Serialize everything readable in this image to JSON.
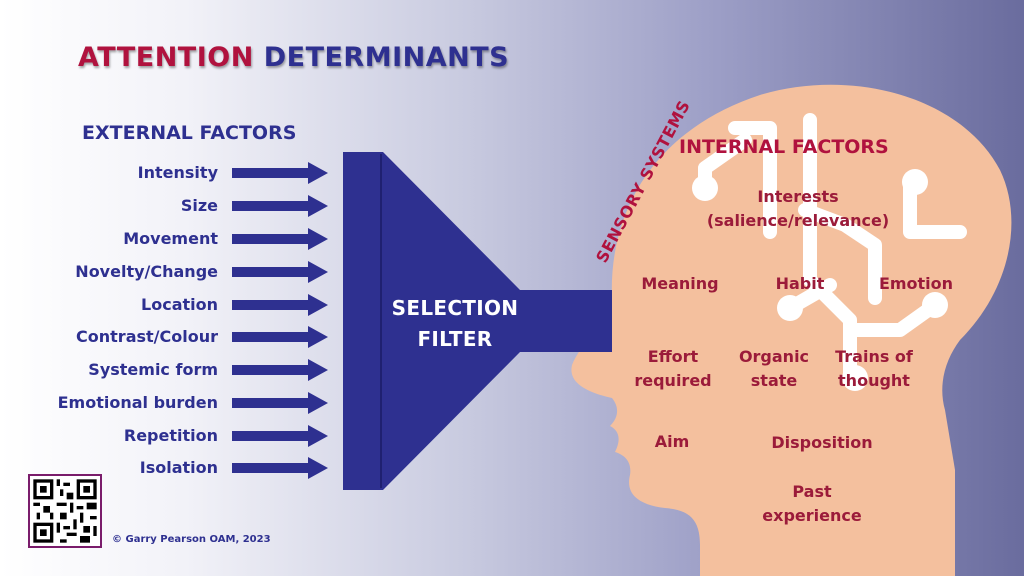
{
  "title": {
    "part1": "ATTENTION",
    "part2": "DETERMINANTS"
  },
  "external": {
    "heading": "EXTERNAL FACTORS",
    "items": [
      "Intensity",
      "Size",
      "Movement",
      "Novelty/Change",
      "Location",
      "Contrast/Colour",
      "Systemic form",
      "Emotional burden",
      "Repetition",
      "Isolation"
    ]
  },
  "filter": {
    "line1": "SELECTION",
    "line2": "FILTER"
  },
  "sensory_label": "SENSORY SYSTEMS",
  "internal": {
    "heading": "INTERNAL FACTORS",
    "interests": {
      "line1": "Interests",
      "line2": "(salience/relevance)"
    },
    "meaning": "Meaning",
    "habit": "Habit",
    "emotion": "Emotion",
    "effort": {
      "line1": "Effort",
      "line2": "required"
    },
    "organic": {
      "line1": "Organic",
      "line2": "state"
    },
    "trains": {
      "line1": "Trains of",
      "line2": "thought"
    },
    "aim": "Aim",
    "disposition": "Disposition",
    "past": {
      "line1": "Past",
      "line2": "experience"
    }
  },
  "copyright": "© Garry Pearson OAM, 2023",
  "colors": {
    "navy": "#2e3090",
    "crimson": "#b0123e",
    "skin": "#f4c09e"
  },
  "icons": {
    "qr": "qr-code-icon"
  }
}
